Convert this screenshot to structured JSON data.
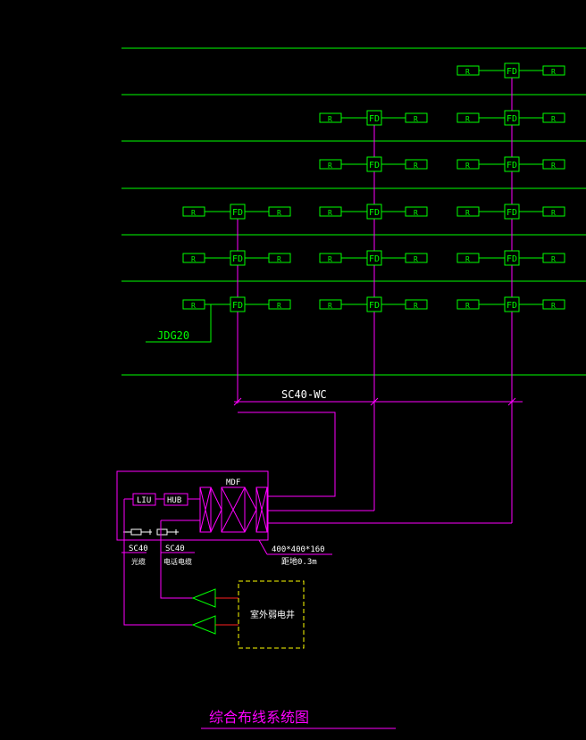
{
  "diagram": {
    "title": "综合布线系统图",
    "floor_distributor_label": "FD",
    "outlet_label": "R",
    "riser_conduit_label": "SC40-WC",
    "horizontal_conduit_label": "JDG20",
    "mdf_label": "MDF",
    "liu_label": "LIU",
    "hub_label": "HUB",
    "mdf_size_label": "400*400*160",
    "mdf_height_label": "距地0.3m",
    "fiber_conduit_label": "SC40",
    "fiber_cable_label": "光缆",
    "telecom_conduit_label": "SC40",
    "telecom_cable_label": "电话电缆",
    "outdoor_well_label": "室外弱电井"
  },
  "colors": {
    "background": "#000000",
    "floor_line": "#00ff00",
    "equipment": "#00ff00",
    "cable": "#ff00ff",
    "title": "#ff00ff",
    "outdoor_well": "#ffff00",
    "connector": "#ff2020",
    "text": "#ffffff"
  }
}
